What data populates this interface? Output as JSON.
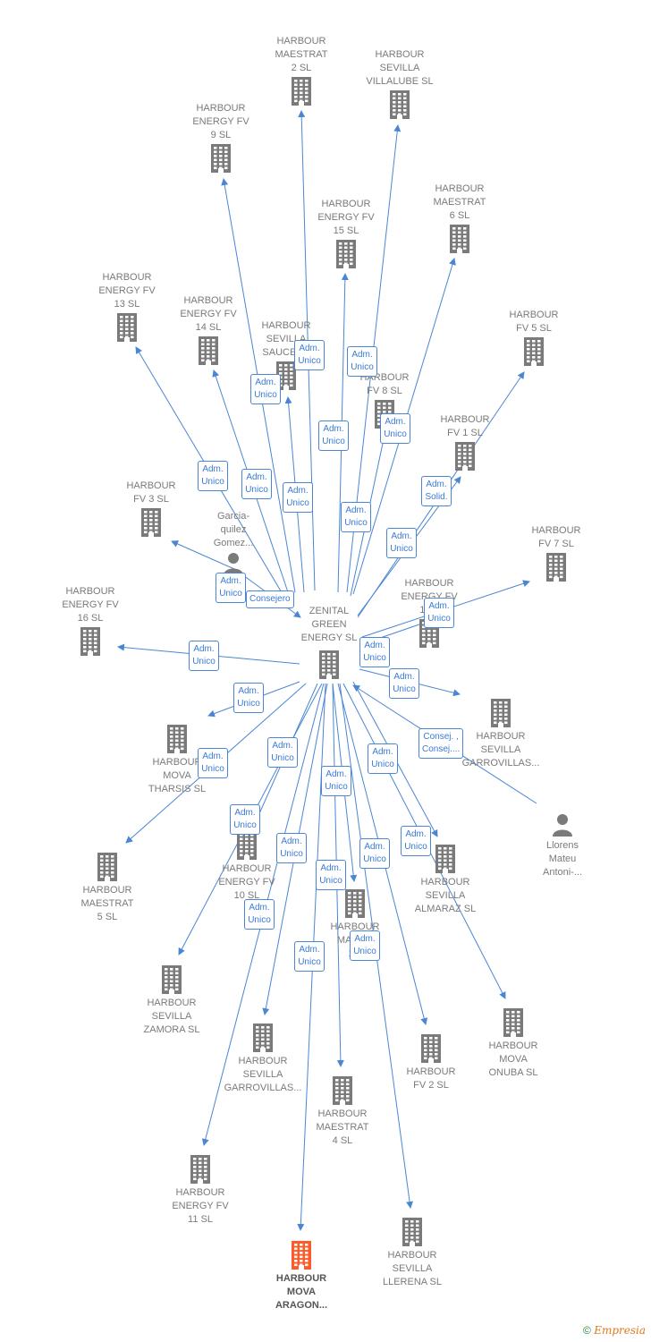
{
  "colors": {
    "edge": "#4a86d4",
    "building": "#7a7a7a",
    "building_highlight": "#ff5a2a",
    "person": "#7a7a7a"
  },
  "center": {
    "label": "ZENITAL\nGREEN\nENERGY  SL",
    "icon": "building-icon"
  },
  "nodes": [
    {
      "label": "HARBOUR\nMAESTRAT\n2  SL",
      "icon": "building-icon"
    },
    {
      "label": "HARBOUR\nSEVILLA\nVILLALUBE  SL",
      "icon": "building-icon"
    },
    {
      "label": "HARBOUR\nENERGY FV\n9  SL",
      "icon": "building-icon"
    },
    {
      "label": "HARBOUR\nENERGY FV\n15  SL",
      "icon": "building-icon"
    },
    {
      "label": "HARBOUR\nMAESTRAT\n6  SL",
      "icon": "building-icon"
    },
    {
      "label": "HARBOUR\nENERGY FV\n13  SL",
      "icon": "building-icon"
    },
    {
      "label": "HARBOUR\nENERGY FV\n14  SL",
      "icon": "building-icon"
    },
    {
      "label": "HARBOUR\nSEVILLA\nSAUCEL...",
      "icon": "building-icon"
    },
    {
      "label": "HARBOUR\nFV 5  SL",
      "icon": "building-icon"
    },
    {
      "label": "HARBOUR\nFV 8  SL",
      "icon": "building-icon"
    },
    {
      "label": "HARBOUR\nFV 1  SL",
      "icon": "building-icon"
    },
    {
      "label": "HARBOUR\nFV 3  SL",
      "icon": "building-icon"
    },
    {
      "label": "HARBOUR\nFV 7  SL",
      "icon": "building-icon"
    },
    {
      "label": "HARBOUR\nENERGY FV\n12...",
      "icon": "building-icon"
    },
    {
      "label": "HARBOUR\nENERGY FV\n16  SL",
      "icon": "building-icon"
    },
    {
      "label": "HARBOUR\nSEVILLA\nGARROVILLAS...",
      "icon": "building-icon"
    },
    {
      "label": "HARBOUR\nMOVA\nTHARSIS  SL",
      "icon": "building-icon"
    },
    {
      "label": "HARBOUR\nMAESTRAT\n5  SL",
      "icon": "building-icon"
    },
    {
      "label": "HARBOUR\nENERGY FV\n10  SL",
      "icon": "building-icon"
    },
    {
      "label": "HARBOUR\nSEVILLA\nALMARAZ  SL",
      "icon": "building-icon"
    },
    {
      "label": "HARBOUR\nMAES...\n1...",
      "icon": "building-icon"
    },
    {
      "label": "HARBOUR\nSEVILLA\nZAMORA  SL",
      "icon": "building-icon"
    },
    {
      "label": "HARBOUR\nMOVA\nONUBA  SL",
      "icon": "building-icon"
    },
    {
      "label": "HARBOUR\nSEVILLA\nGARROVILLAS...",
      "icon": "building-icon"
    },
    {
      "label": "HARBOUR\nFV 2  SL",
      "icon": "building-icon"
    },
    {
      "label": "HARBOUR\nMAESTRAT\n4  SL",
      "icon": "building-icon"
    },
    {
      "label": "HARBOUR\nENERGY FV\n11  SL",
      "icon": "building-icon"
    },
    {
      "label": "HARBOUR\nSEVILLA\nLLERENA  SL",
      "icon": "building-icon"
    },
    {
      "label": "HARBOUR\nMOVA\nARAGON...",
      "icon": "building-icon",
      "highlight": true
    }
  ],
  "persons": [
    {
      "label": "Garcia-\nquilez\nGomez...",
      "icon": "person-icon"
    },
    {
      "label": "Llorens\nMateu\nAntoni-...",
      "icon": "person-icon"
    }
  ],
  "badges": [
    "Adm.\nUnico",
    "Adm.\nUnico",
    "Adm.\nUnico",
    "Adm.\nUnico",
    "Adm.\nUnico",
    "Adm.\nUnico",
    "Adm.\nUnico",
    "Adm.\nUnico",
    "Adm.\nUnico",
    "Adm.\nSolid.",
    "Adm.\nUnico",
    "Adm.\nUnico",
    "Consejero",
    "Adm.\nUnico",
    "Adm.\nUnico",
    "Adm.\nUnico",
    "Adm.\nUnico",
    "Adm.\nUnico",
    "Consej. ,\nConsej....",
    "Adm.\nUnico",
    "Adm.\nUnico",
    "Adm.\nUnico",
    "Adm.\nUnico",
    "Adm.\nUnico",
    "Adm.\nUnico",
    "Adm.\nUnico",
    "Adm.\nUnico",
    "Adm.\nUnico",
    "Adm.\nUnico",
    "Adm.\nUnico",
    "Adm.\nUnico",
    "Adm.\nUnico"
  ],
  "footer": {
    "copyright": "©",
    "brand": "Empresia"
  }
}
